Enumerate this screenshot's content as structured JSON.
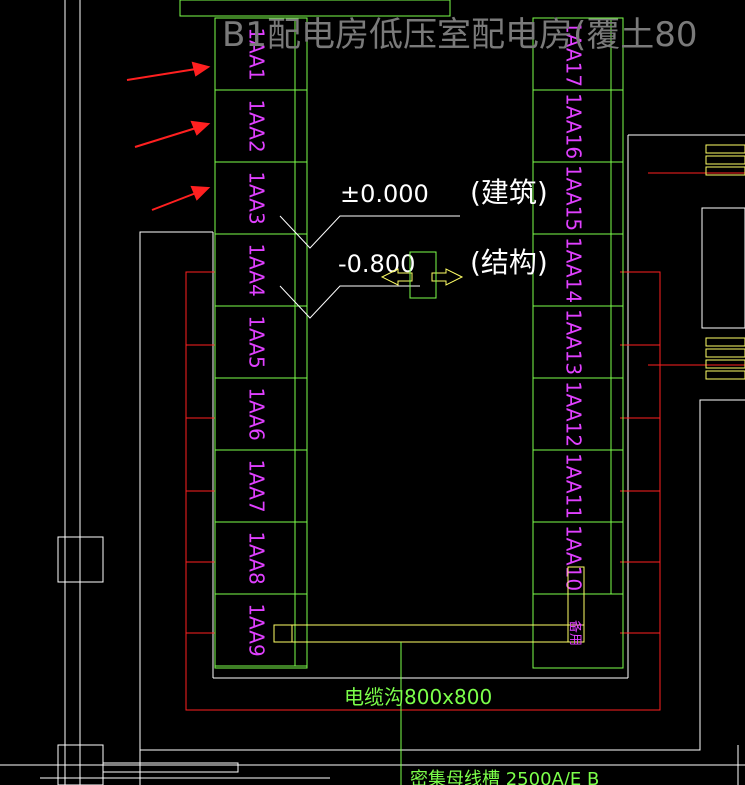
{
  "title": "B1配电房低压室配电房(覆土80",
  "levels": {
    "arch": "±0.000",
    "arch_label": "(建筑)",
    "struct": "-0.800",
    "struct_label": "(结构)"
  },
  "cabinets_left": [
    "1AA1",
    "1AA2",
    "1AA3",
    "1AA4",
    "1AA5",
    "1AA6",
    "1AA7",
    "1AA8",
    "1AA9"
  ],
  "cabinets_right": [
    "1AA17",
    "1AA16",
    "1AA15",
    "1AA14",
    "1AA13",
    "1AA12",
    "1AA11",
    "1AA10"
  ],
  "spare_label": "备用",
  "trench_label": "电缆沟800x800",
  "bottom_label": "密集母线槽 2500A/E B",
  "colors": {
    "background": "#000000",
    "frame": "#ffffff",
    "cabinet": "#7cff4a",
    "cabinet_text": "#e040ff",
    "busway": "#ffff66",
    "cable": "#ff2020",
    "arrow": "#ff2020",
    "title": "#7a7a7a"
  }
}
